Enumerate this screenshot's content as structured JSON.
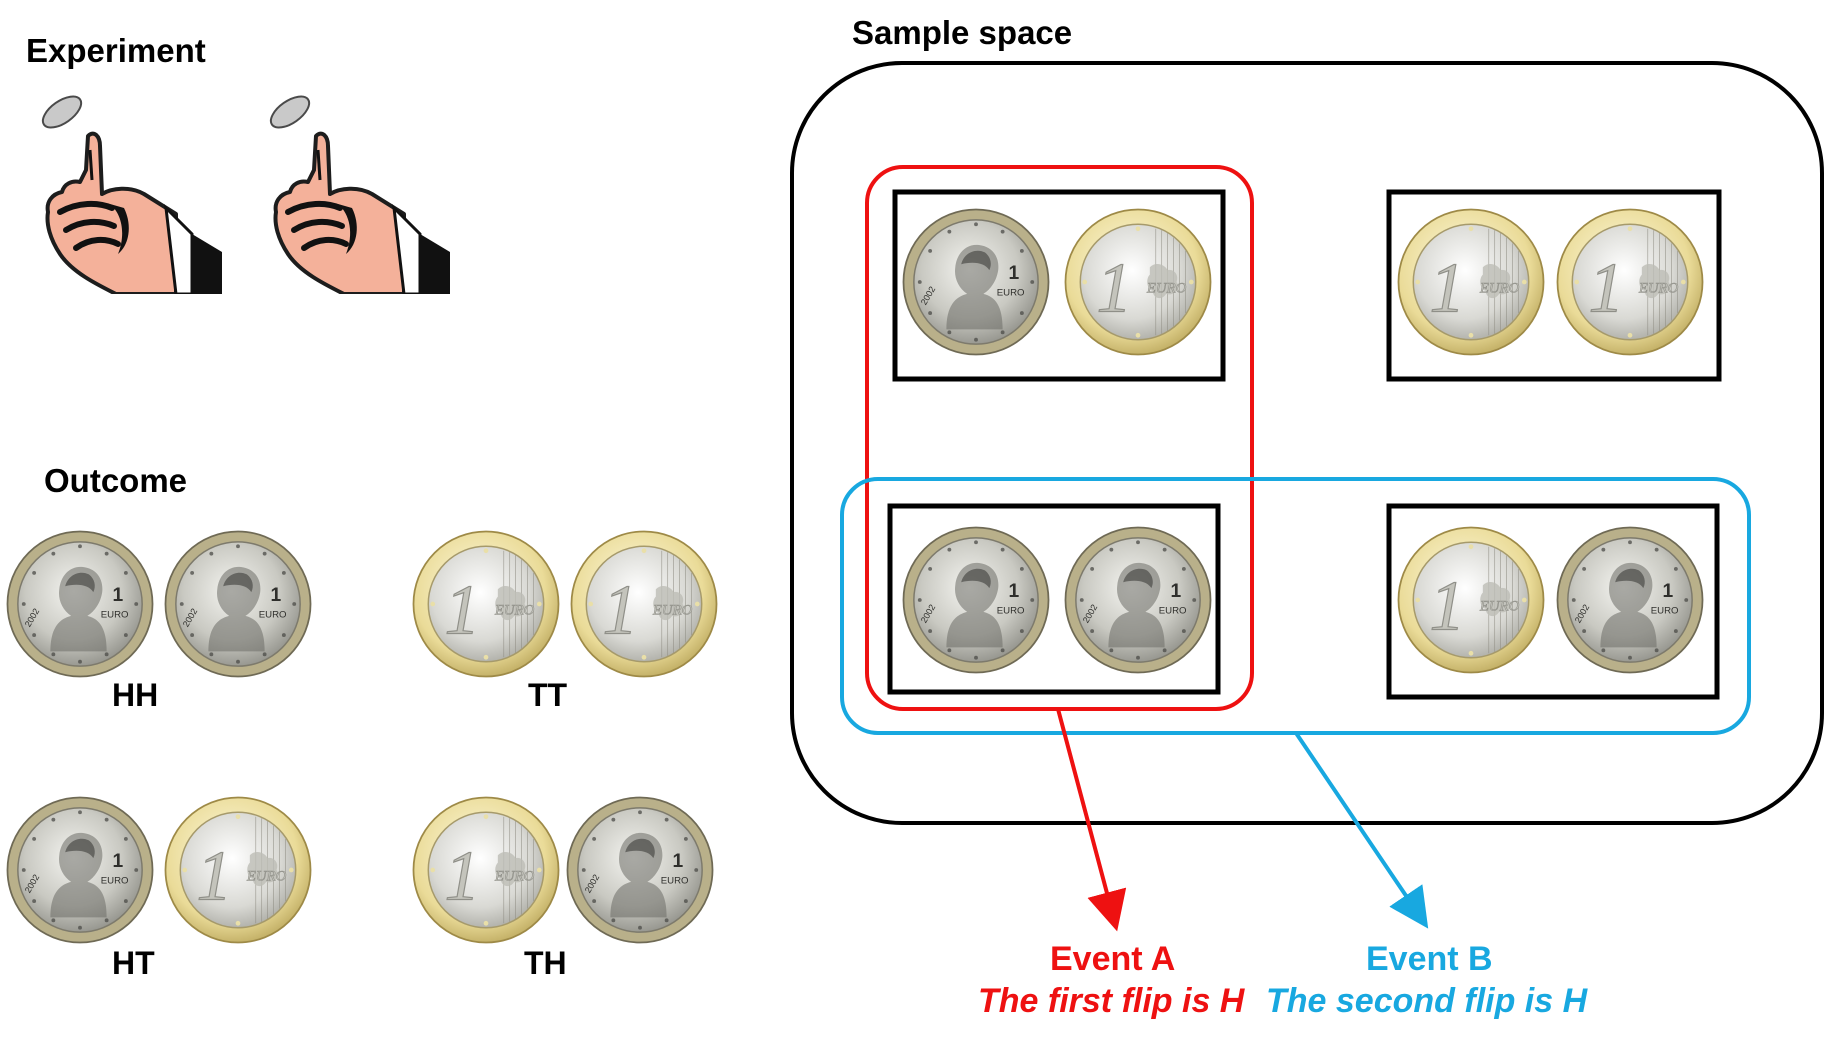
{
  "labels": {
    "experiment": "Experiment",
    "outcome": "Outcome",
    "sample_space": "Sample space"
  },
  "outcomes": [
    {
      "label": "HH",
      "coins": [
        "H",
        "H"
      ]
    },
    {
      "label": "TT",
      "coins": [
        "T",
        "T"
      ]
    },
    {
      "label": "HT",
      "coins": [
        "H",
        "T"
      ]
    },
    {
      "label": "TH",
      "coins": [
        "T",
        "H"
      ]
    }
  ],
  "sample_space_cells": [
    {
      "coins": [
        "H",
        "T"
      ]
    },
    {
      "coins": [
        "T",
        "T"
      ]
    },
    {
      "coins": [
        "H",
        "H"
      ]
    },
    {
      "coins": [
        "T",
        "H"
      ]
    }
  ],
  "events": {
    "a": {
      "title": "Event A",
      "description": "The first flip is H",
      "color": "#ee1111"
    },
    "b": {
      "title": "Event B",
      "description": "The second flip is H",
      "color": "#18a8e0"
    }
  },
  "coin_faces": {
    "H": {
      "value": "1",
      "unit": "EURO",
      "year": "2002",
      "icon": "mozart-portrait-coin-icon"
    },
    "T": {
      "value": "1",
      "unit": "EURO",
      "icon": "europe-map-coin-icon"
    }
  }
}
